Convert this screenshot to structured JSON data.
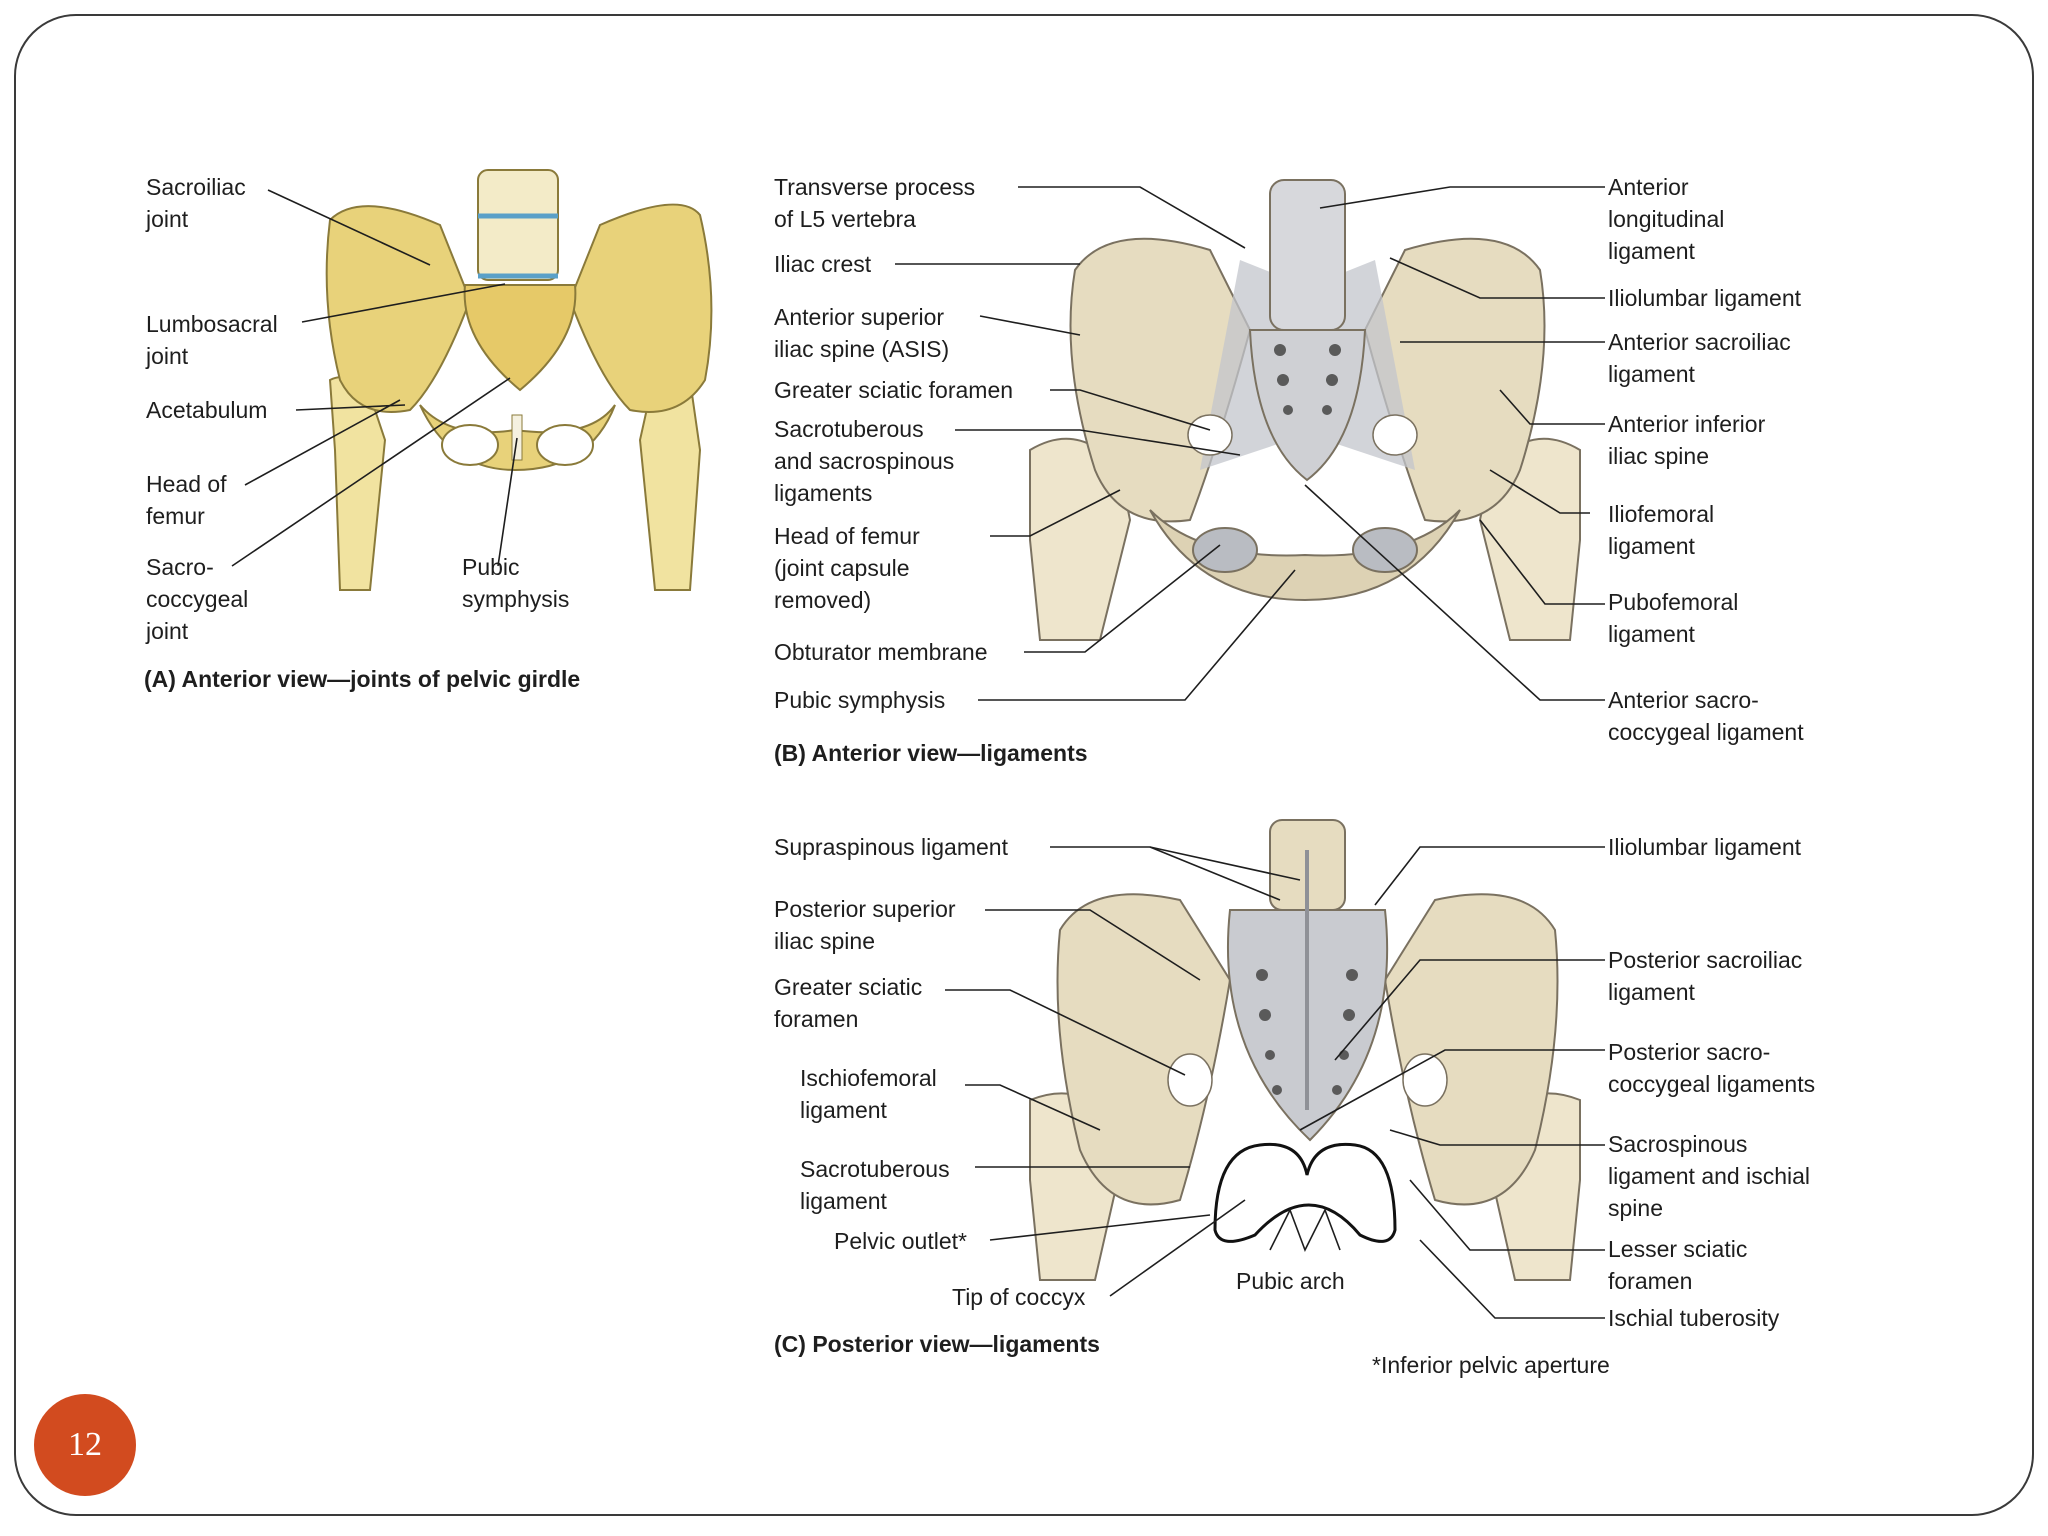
{
  "figure_a": {
    "caption": "(A) Anterior view—joints of pelvic girdle",
    "labels": {
      "sacroiliac_joint": "Sacroiliac\njoint",
      "lumbosacral_joint": "Lumbosacral\njoint",
      "acetabulum": "Acetabulum",
      "head_of_femur": "Head of\nfemur",
      "sacrococcygeal_joint": "Sacro-\ncoccygeal\njoint",
      "pubic_symphysis": "Pubic\nsymphysis"
    }
  },
  "figure_b": {
    "caption": "(B) Anterior view—ligaments",
    "labels": {
      "transverse_process": "Transverse process\nof L5 vertebra",
      "iliac_crest": "Iliac crest",
      "asis": "Anterior superior\niliac spine (ASIS)",
      "greater_sciatic_foramen": "Greater sciatic foramen",
      "sacrotuberous_sacrospinous": "Sacrotuberous\nand sacrospinous\nligaments",
      "head_of_femur": "Head of femur\n(joint capsule\nremoved)",
      "obturator_membrane": "Obturator membrane",
      "pubic_symphysis": "Pubic symphysis",
      "anterior_longitudinal": "Anterior\nlongitudinal\nligament",
      "iliolumbar": "Iliolumbar ligament",
      "anterior_sacroiliac": "Anterior sacroiliac\nligament",
      "anterior_inferior_iliac_spine": "Anterior inferior\niliac spine",
      "iliofemoral": "Iliofemoral\nligament",
      "pubofemoral": "Pubofemoral\nligament",
      "anterior_sacrococcygeal": "Anterior sacro-\ncoccygeal ligament"
    }
  },
  "figure_c": {
    "caption": "(C) Posterior view—ligaments",
    "footnote": "*Inferior pelvic aperture",
    "labels": {
      "supraspinous": "Supraspinous ligament",
      "psis": "Posterior superior\niliac spine",
      "greater_sciatic_foramen": "Greater sciatic\nforamen",
      "ischiofemoral": "Ischiofemoral\nligament",
      "sacrotuberous": "Sacrotuberous\nligament",
      "pelvic_outlet": "Pelvic outlet*",
      "tip_of_coccyx": "Tip of coccyx",
      "pubic_arch": "Pubic arch",
      "iliolumbar": "Iliolumbar ligament",
      "posterior_sacroiliac": "Posterior sacroiliac\nligament",
      "posterior_sacrococcygeal": "Posterior sacro-\ncoccygeal ligaments",
      "sacrospinous_ischial_spine": "Sacrospinous\nligament and ischial\nspine",
      "lesser_sciatic_foramen": "Lesser sciatic\nforamen",
      "ischial_tuberosity": "Ischial tuberosity"
    }
  },
  "slide": {
    "page_number": "12"
  },
  "colors": {
    "bone_a": "#e8d27a",
    "bone_bc": "#e6dcc0",
    "ligament": "#b9bcc2",
    "accent": "#d24b1f"
  }
}
